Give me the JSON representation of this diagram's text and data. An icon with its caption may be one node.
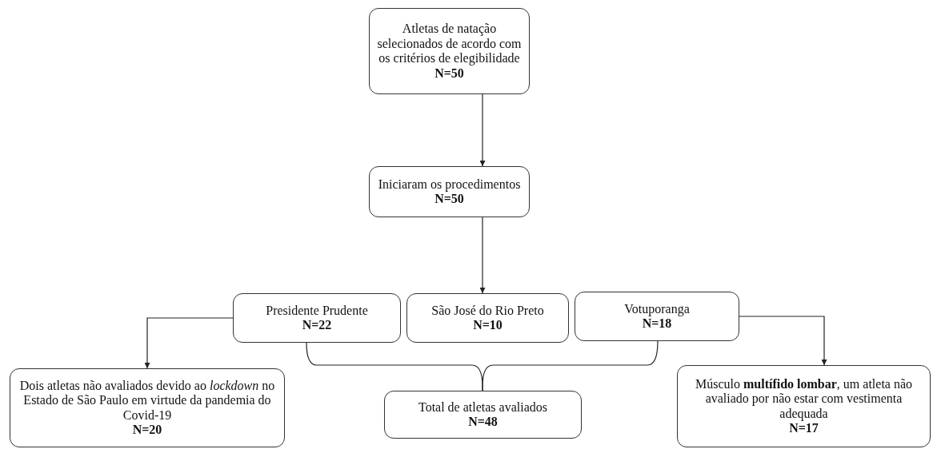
{
  "diagram": {
    "nodes": [
      {
        "text": [
          "Atletas de natação selecionados de acordo com os critérios de elegibilidade",
          "N=50"
        ]
      },
      {
        "text": [
          "Iniciaram os procedimentos",
          "N=50"
        ]
      },
      {
        "text": [
          "Presidente Prudente",
          "N=22"
        ]
      },
      {
        "text": [
          "São José do Rio Preto",
          "N=10"
        ]
      },
      {
        "text": [
          "Votuporanga",
          "N=18"
        ]
      },
      {
        "text": [
          "Dois atletas não avaliados devido ao *lockdown* no Estado de São Paulo em virtude da pandemia do Covid-19",
          "N=20"
        ]
      },
      {
        "text": [
          "Total de atletas avaliados",
          "N=48"
        ]
      },
      {
        "text": [
          "Músculo **multífido lombar**, um atleta não avaliado por não estar com vestimenta adequada",
          "N=17"
        ]
      }
    ],
    "edges": [
      {
        "from": 0,
        "to": 1,
        "arrow": "to"
      },
      {
        "from": 1,
        "to": 3,
        "arrow": "to"
      },
      {
        "from": 2,
        "to": 5,
        "arrow": "to"
      },
      {
        "from": 4,
        "to": 7,
        "arrow": "to"
      },
      {
        "from": 2,
        "to": 6,
        "arrow": "none"
      },
      {
        "from": 4,
        "to": 6,
        "arrow": "none"
      }
    ]
  }
}
